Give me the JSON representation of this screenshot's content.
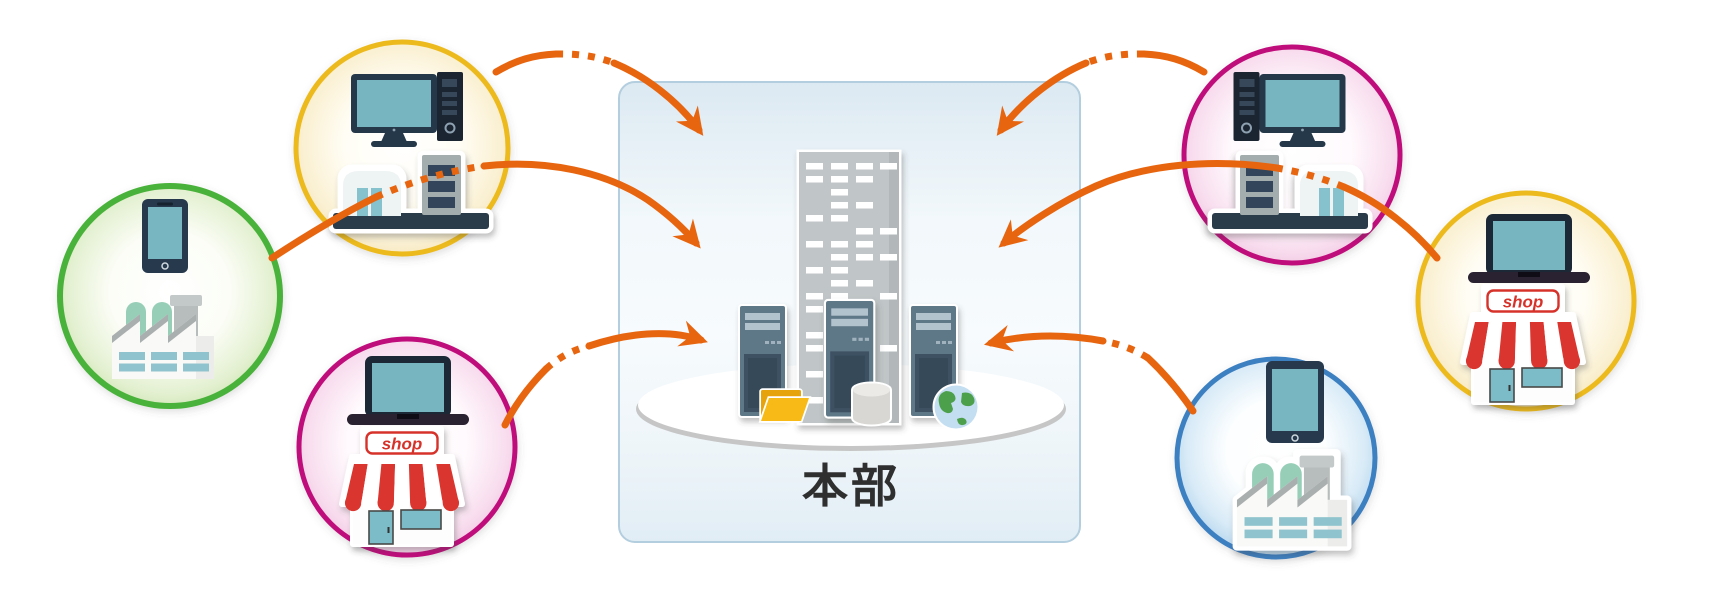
{
  "accent": {
    "arrow_color": "#e8650f"
  },
  "center_box": {
    "label": "本部",
    "border_color": "#b3cede",
    "fill_top": "#dce9f2",
    "icons": [
      "office-building-icon",
      "server-tower-icon",
      "server-tower-icon",
      "server-tower-icon",
      "folder-icon",
      "database-cylinder-icon",
      "globe-icon"
    ],
    "window_pattern": [
      "1111",
      "1110",
      "0100",
      "0110",
      "1100",
      "0011",
      "1110",
      "0111",
      "1100",
      "0110",
      "1101",
      "1100",
      "0110",
      "1000",
      "1011",
      "0100",
      "1100",
      "0010",
      "1000"
    ]
  },
  "sites": [
    {
      "id": "factory-site-left",
      "border_color": "#4ab23a",
      "fill_edge": "#cfe5b4",
      "icons": [
        "smartphone-icon",
        "factory-icon"
      ]
    },
    {
      "id": "office-site-left",
      "border_color": "#ecba1d",
      "fill_edge": "#f6e7bd",
      "icons": [
        "desktop-pc-icon",
        "small-office-building-icon",
        "server-building-icon"
      ]
    },
    {
      "id": "shop-site-left",
      "border_color": "#c00d7c",
      "fill_edge": "#f3cde5",
      "icons": [
        "laptop-icon",
        "shop-storefront-icon"
      ],
      "sign_label": "shop"
    },
    {
      "id": "office-site-right",
      "border_color": "#c00d7c",
      "fill_edge": "#f3cde5",
      "icons": [
        "desktop-pc-icon",
        "server-building-icon",
        "small-office-building-icon"
      ]
    },
    {
      "id": "shop-site-right",
      "border_color": "#ecba1d",
      "fill_edge": "#f6e7bd",
      "icons": [
        "laptop-icon",
        "shop-storefront-icon"
      ],
      "sign_label": "shop"
    },
    {
      "id": "factory-site-right",
      "border_color": "#3c80c2",
      "fill_edge": "#b9d8ee",
      "icons": [
        "tablet-icon",
        "factory-icon"
      ]
    }
  ],
  "connections": [
    {
      "from": "office-site-left",
      "to": "本部",
      "style": "curved-arrow-dotted-middle"
    },
    {
      "from": "factory-site-left",
      "to": "本部",
      "style": "curved-arrow-dotted-middle"
    },
    {
      "from": "shop-site-left",
      "to": "本部",
      "style": "curved-arrow-dotted-middle"
    },
    {
      "from": "office-site-right",
      "to": "本部",
      "style": "curved-arrow-dotted-middle"
    },
    {
      "from": "shop-site-right",
      "to": "本部",
      "style": "curved-arrow-dotted-middle"
    },
    {
      "from": "factory-site-right",
      "to": "本部",
      "style": "curved-arrow-dotted-middle"
    }
  ]
}
